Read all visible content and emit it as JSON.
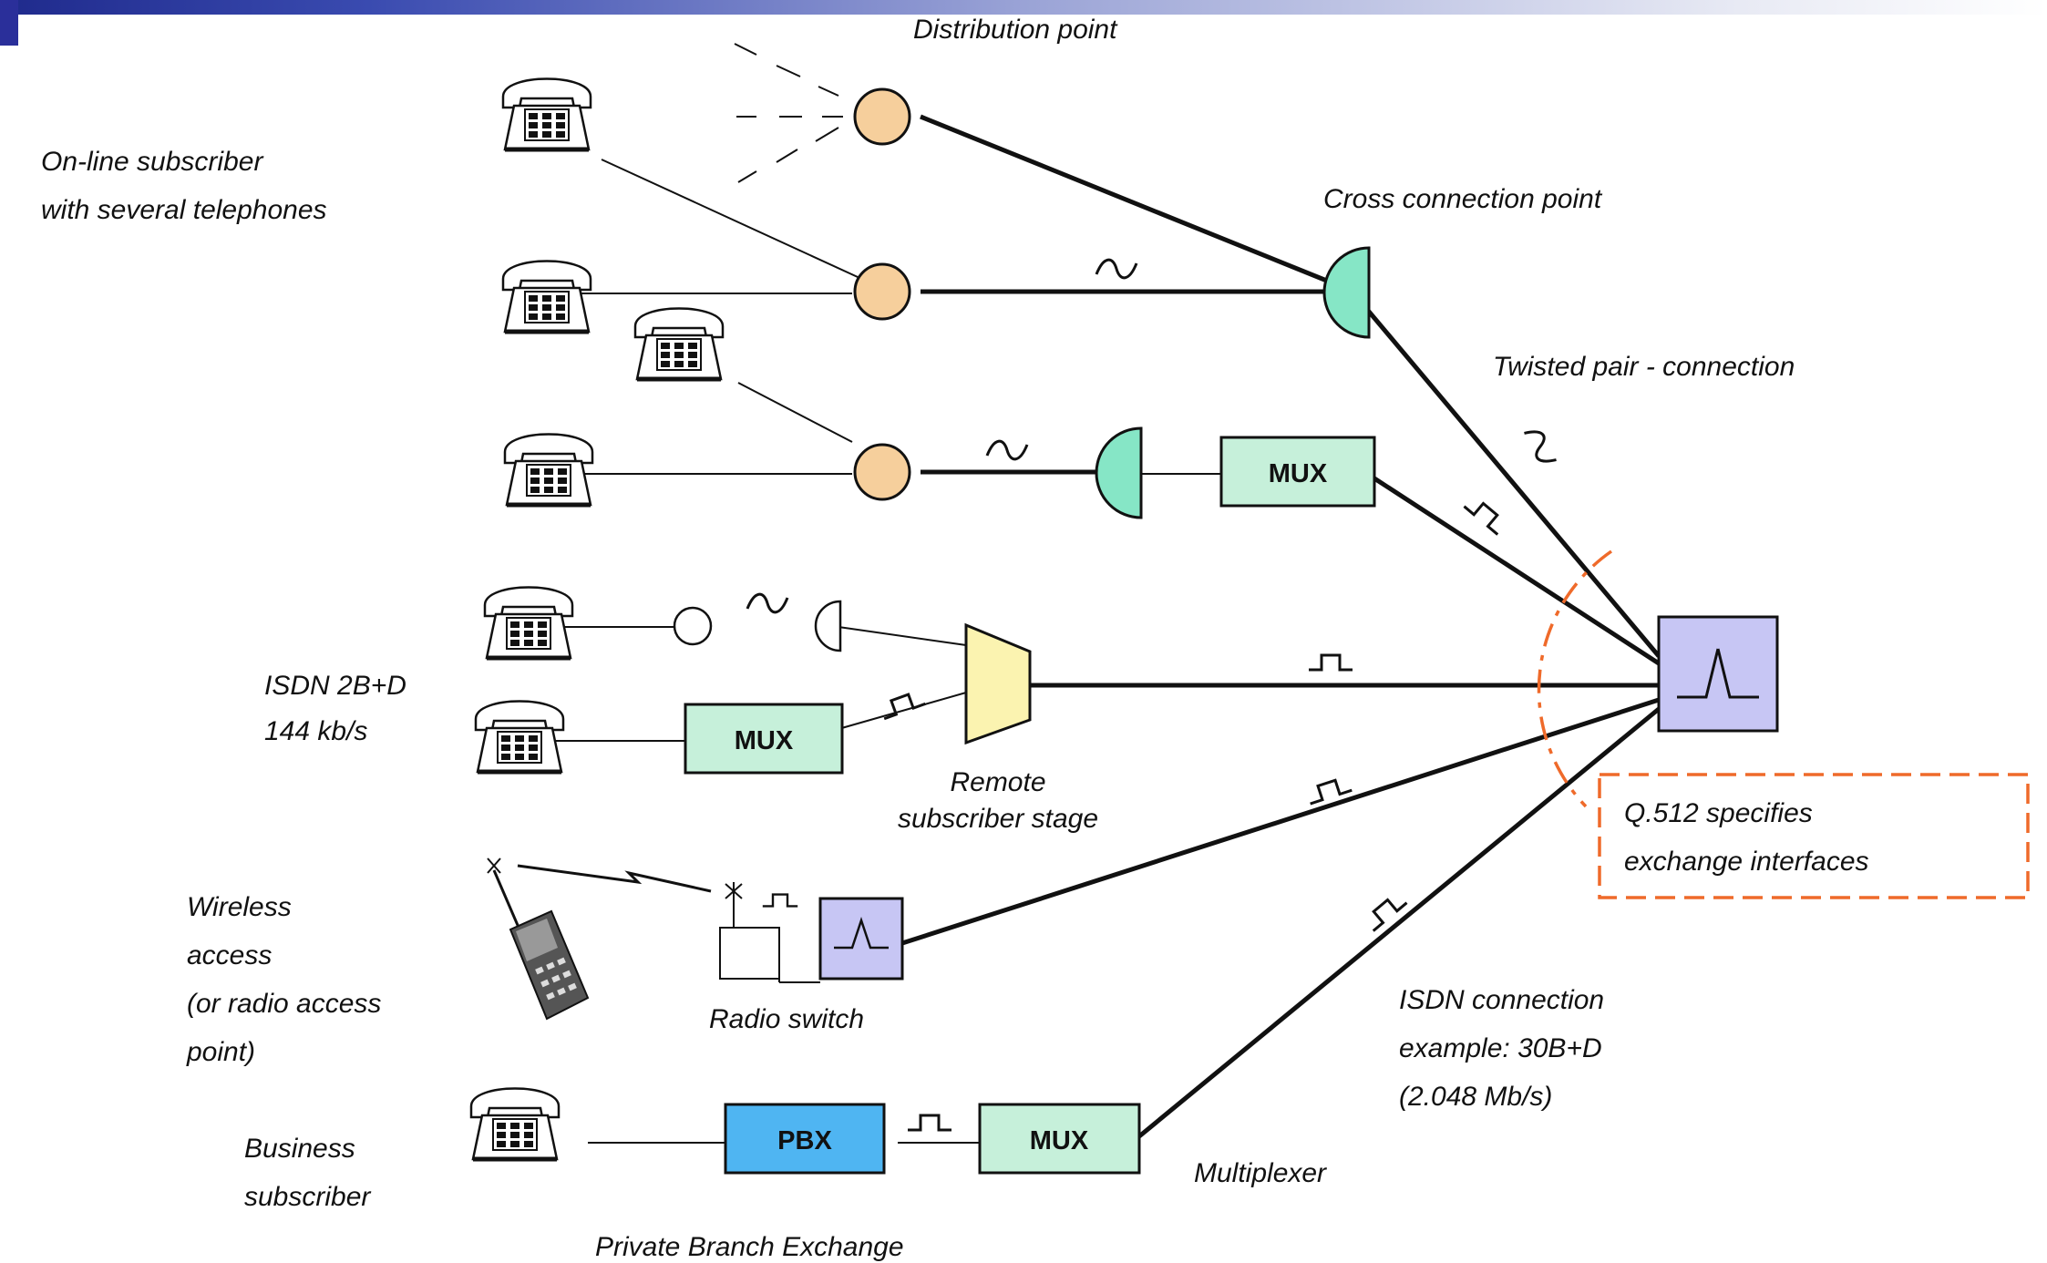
{
  "labels": {
    "distribution_point": "Distribution point",
    "online_subscriber_1": "On-line subscriber",
    "online_subscriber_2": "with several telephones",
    "cross_connection_point": "Cross connection point",
    "twisted_pair": "Twisted pair - connection",
    "isdn_2bd_1": "ISDN 2B+D",
    "isdn_2bd_2": "144 kb/s",
    "remote_stage_1": "Remote",
    "remote_stage_2": "subscriber stage",
    "q512_1": "Q.512 specifies",
    "q512_2": "exchange interfaces",
    "wireless_1": "Wireless",
    "wireless_2": "access",
    "wireless_3": "(or radio access",
    "wireless_4": "point)",
    "radio_switch": "Radio switch",
    "isdn_conn_1": "ISDN connection",
    "isdn_conn_2": "example: 30B+D",
    "isdn_conn_3": "(2.048 Mb/s)",
    "business_1": "Business",
    "business_2": "subscriber",
    "multiplexer": "Multiplexer",
    "pbx_full": "Private Branch Exchange"
  },
  "boxes": {
    "mux": "MUX",
    "pbx": "PBX"
  },
  "colors": {
    "node_orange": "#f6cf9c",
    "node_teal": "#86e6c6",
    "mux_green": "#c6f0da",
    "pbx_blue": "#4fb5f2",
    "exchange_lavender": "#c7c6f4",
    "remote_yellow": "#fbf3b0",
    "callout_orange": "#ef6a2a"
  },
  "icons": [
    "telephone-icon",
    "mobile-phone-icon",
    "antenna-icon",
    "lightning-icon",
    "sine-wave-icon",
    "pulse-icon",
    "switch-x-icon"
  ]
}
